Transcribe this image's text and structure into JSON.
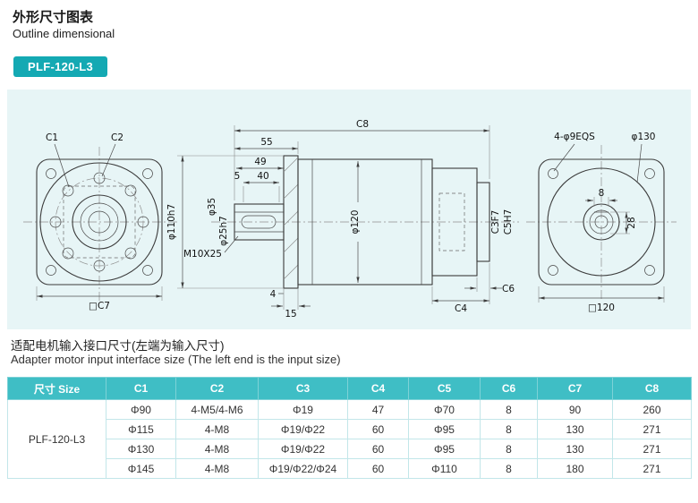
{
  "page": {
    "title_zh": "外形尺寸图表",
    "title_en": "Outline dimensional",
    "model_badge": "PLF-120-L3"
  },
  "adapter": {
    "note_zh": "适配电机输入接口尺寸(左端为输入尺寸)",
    "note_en": "Adapter motor input interface size (The left end is the input size)"
  },
  "drawing": {
    "front": {
      "c1": "C1",
      "c2": "C2",
      "c7": "□C7"
    },
    "side": {
      "len55": "55",
      "c8": "C8",
      "len49": "49",
      "len5": "5",
      "len40": "40",
      "dia35": "φ35",
      "dia25": "φ25h7",
      "dia110": "φ110h7",
      "thread": "M10X25",
      "dia120": "φ120",
      "len4": "4",
      "len15": "15",
      "c4": "C4",
      "c6": "C6",
      "c3": "C3F7",
      "c5": "C5H7"
    },
    "rear": {
      "holes": "4-φ9EQS",
      "dia130": "φ130",
      "len28": "28",
      "len8": "8",
      "sq": "□120"
    }
  },
  "table": {
    "headers": [
      "尺寸 Size",
      "C1",
      "C2",
      "C3",
      "C4",
      "C5",
      "C6",
      "C7",
      "C8"
    ],
    "model": "PLF-120-L3",
    "rows": [
      [
        "Φ90",
        "4-M5/4-M6",
        "Φ19",
        "47",
        "Φ70",
        "8",
        "90",
        "260"
      ],
      [
        "Φ115",
        "4-M8",
        "Φ19/Φ22",
        "60",
        "Φ95",
        "8",
        "130",
        "271"
      ],
      [
        "Φ130",
        "4-M8",
        "Φ19/Φ22",
        "60",
        "Φ95",
        "8",
        "130",
        "271"
      ],
      [
        "Φ145",
        "4-M8",
        "Φ19/Φ22/Φ24",
        "60",
        "Φ110",
        "8",
        "180",
        "271"
      ]
    ]
  },
  "colors": {
    "accent": "#14a9b3",
    "table_header_bg": "#3fbec5",
    "panel_bg": "#e7f5f6"
  }
}
